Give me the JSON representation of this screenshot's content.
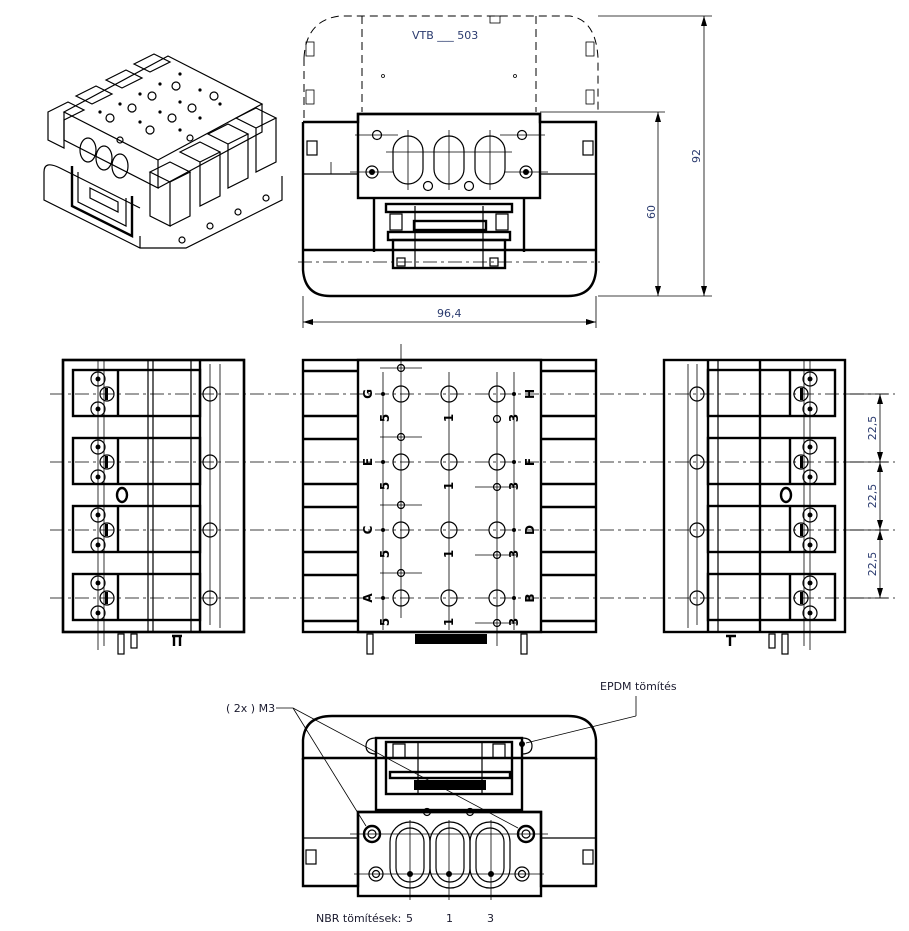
{
  "drawing": {
    "model_label": "VTB ___ 503",
    "dimensions": {
      "width": "96,4",
      "height_total": "92",
      "height_body": "60",
      "pitch": [
        "22,5",
        "22,5",
        "22,5"
      ]
    },
    "ports": {
      "left_column": [
        "G",
        "E",
        "C",
        "A"
      ],
      "right_column": [
        "H",
        "F",
        "D",
        "B"
      ],
      "exhaust_5": [
        "5",
        "5",
        "5",
        "5"
      ],
      "supply_1": [
        "1",
        "1",
        "1",
        "1"
      ],
      "exhaust_3": [
        "3",
        "3",
        "3",
        "3"
      ]
    },
    "callouts": {
      "screws": "( 2x ) M3",
      "epdm_seal": "EPDM tömítés",
      "nbr_seals_label": "NBR tömítések:",
      "nbr_ports": [
        "5",
        "1",
        "3"
      ]
    }
  },
  "colors": {
    "line": "#000000",
    "dimension_text": "#2a3a6e",
    "background": "#ffffff"
  }
}
